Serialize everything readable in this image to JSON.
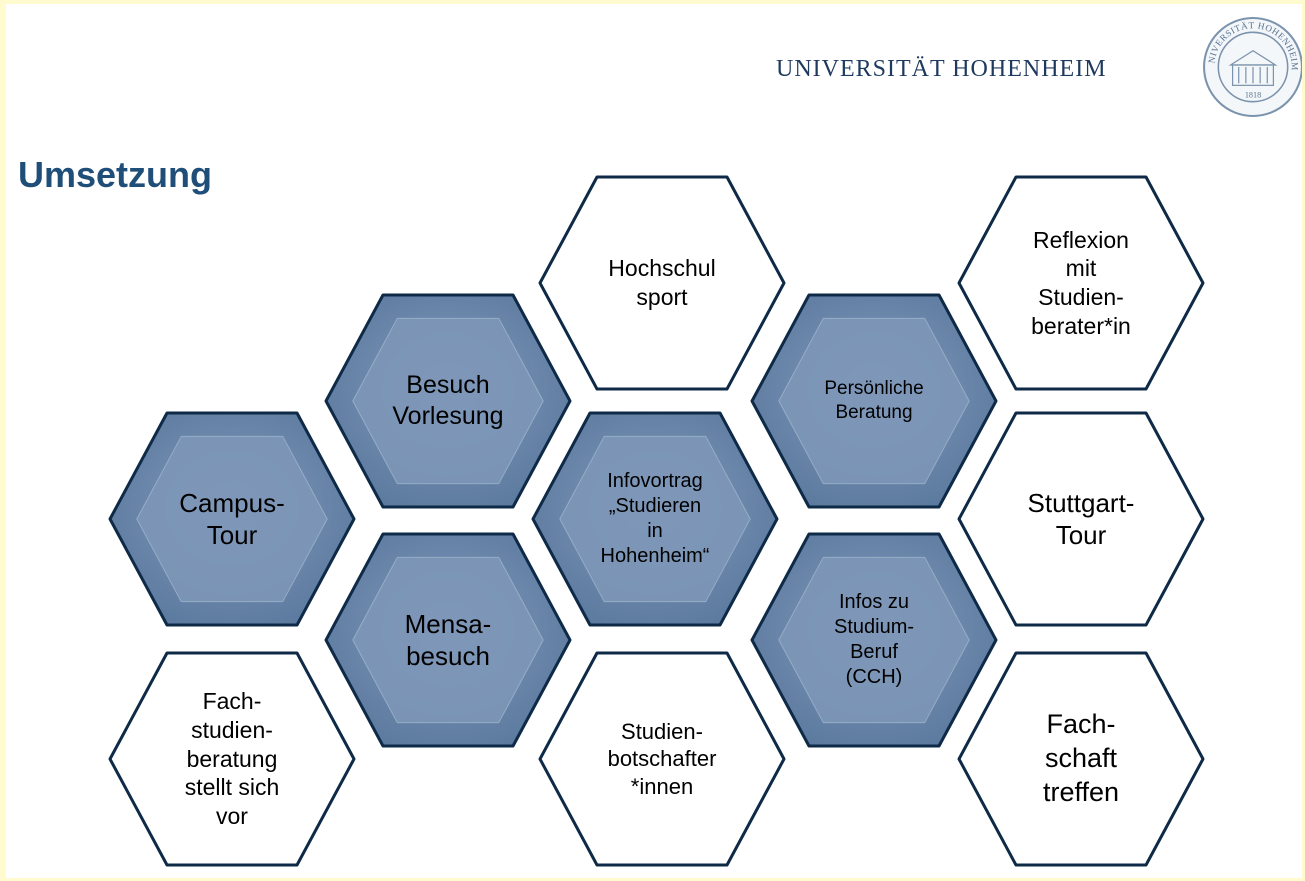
{
  "header": {
    "university_name": "UNIVERSITÄT HOHENHEIM",
    "seal": {
      "ring_text": "UNIVERSITÄT HOHENHEIM",
      "year": "1818",
      "icon": "university-seal-icon"
    }
  },
  "page_title": "Umsetzung",
  "colors": {
    "page_background": "#fffbcf",
    "slide_background": "#ffffff",
    "title": "#1f4e79",
    "hex_outline": "#0e2a47",
    "hex_filled": "#7f98b9",
    "hex_filled_dark": "#5c7a9f",
    "hex_plain": "#ffffff"
  },
  "hexagons": [
    {
      "id": "hochschulsport",
      "text": "Hochschul\nsport",
      "filled": false
    },
    {
      "id": "reflexion",
      "text": "Reflexion\nmit\nStudien-\nberater*in",
      "filled": false
    },
    {
      "id": "besuch-vorlesung",
      "text": "Besuch\nVorlesung",
      "filled": true
    },
    {
      "id": "persoenliche-beratung",
      "text": "Persönliche\nBeratung",
      "filled": true
    },
    {
      "id": "campus-tour",
      "text": "Campus-\nTour",
      "filled": true
    },
    {
      "id": "infovortrag",
      "text": "Infovortrag\n„Studieren\nin\nHohenheim“",
      "filled": true
    },
    {
      "id": "stuttgart-tour",
      "text": "Stuttgart-\nTour",
      "filled": false
    },
    {
      "id": "mensabesuch",
      "text": "Mensa-\nbesuch",
      "filled": true
    },
    {
      "id": "infos-studium-beruf",
      "text": "Infos zu\nStudium-\nBeruf\n(CCH)",
      "filled": true
    },
    {
      "id": "fachstudienberatung",
      "text": "Fach-\nstudien-\nberatung\nstellt sich\nvor",
      "filled": false
    },
    {
      "id": "studienbotschafter",
      "text": "Studien-\nbotschafter\n*innen",
      "filled": false
    },
    {
      "id": "fachschaft-treffen",
      "text": "Fach-\nschaft\ntreffen",
      "filled": false
    }
  ]
}
